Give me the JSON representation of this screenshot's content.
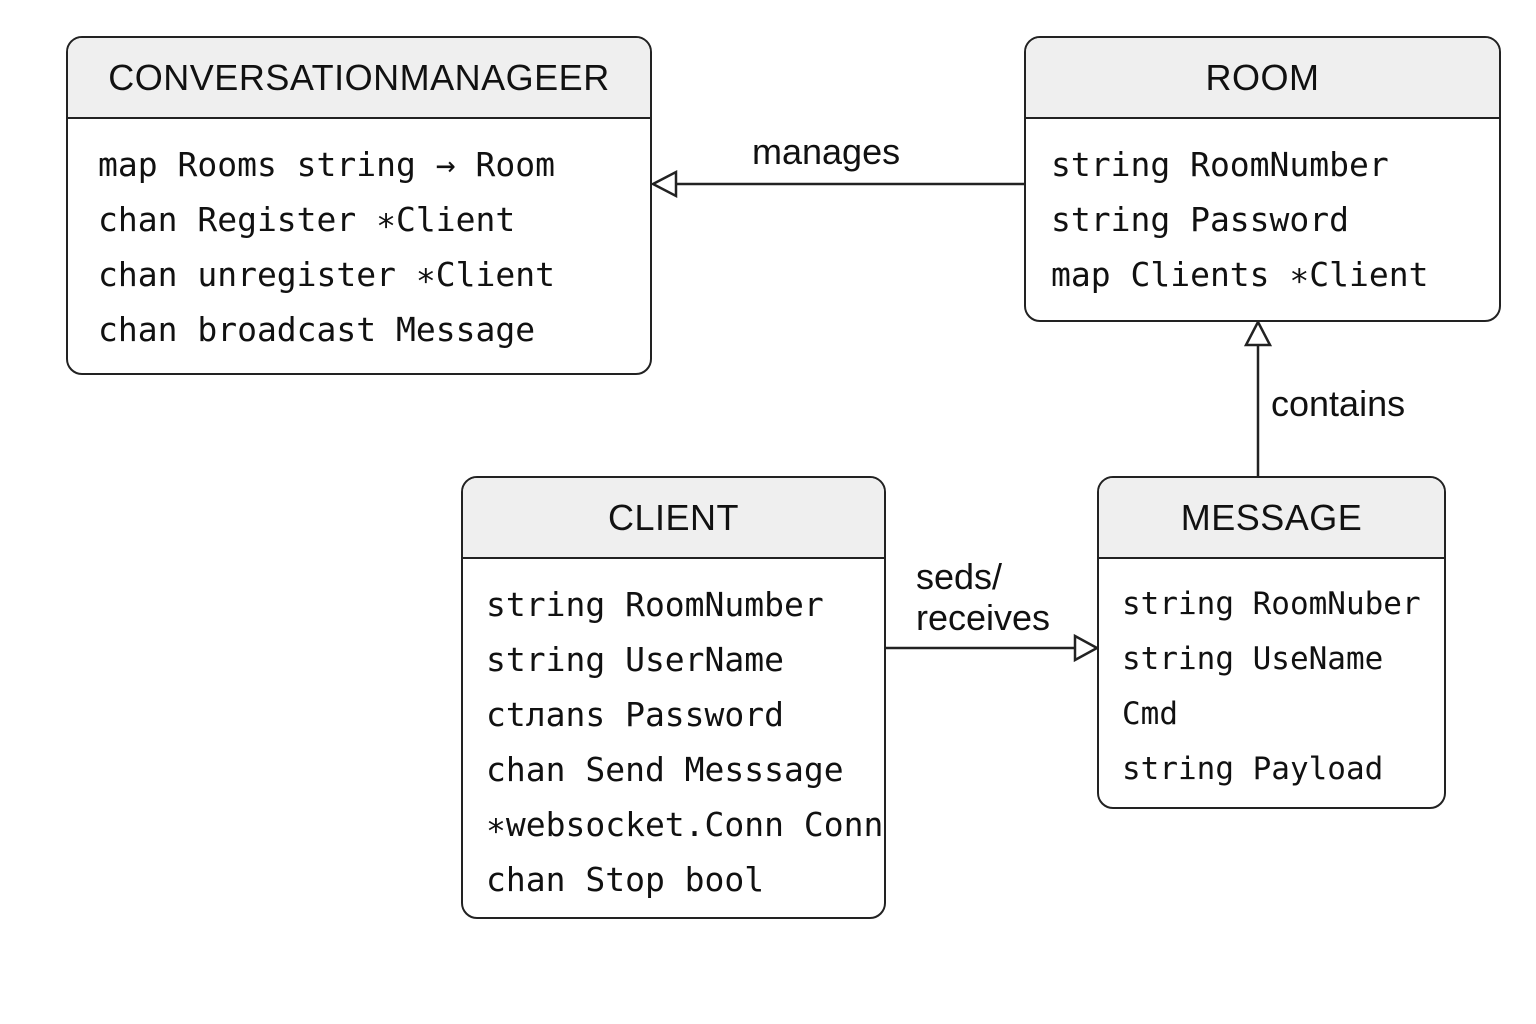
{
  "classes": {
    "conversation_manager": {
      "title": "CONVERSATIONMANAGEER",
      "fields": [
        "map Rooms string → Room",
        "chan Register ∗Client",
        "chan unregister ∗Client",
        "chan broadcast Message"
      ]
    },
    "room": {
      "title": "ROOM",
      "fields": [
        "string RoomNumber",
        "string Password",
        "map Clients ∗Client"
      ]
    },
    "client": {
      "title": "CLIENT",
      "fields": [
        "string RoomNumber",
        "string UserName",
        "ctлans Password",
        "chan Send Messsage",
        "∗websocket.Conn Conn",
        "chan Stop bool"
      ]
    },
    "message": {
      "title": "MESSAGE",
      "fields": [
        "string RoomNuber",
        "string UseName",
        "Cmd",
        "string Payload"
      ]
    }
  },
  "relations": {
    "manages": "manages",
    "contains": "contains",
    "sends_line1": "seds/",
    "sends_line2": "receives"
  }
}
